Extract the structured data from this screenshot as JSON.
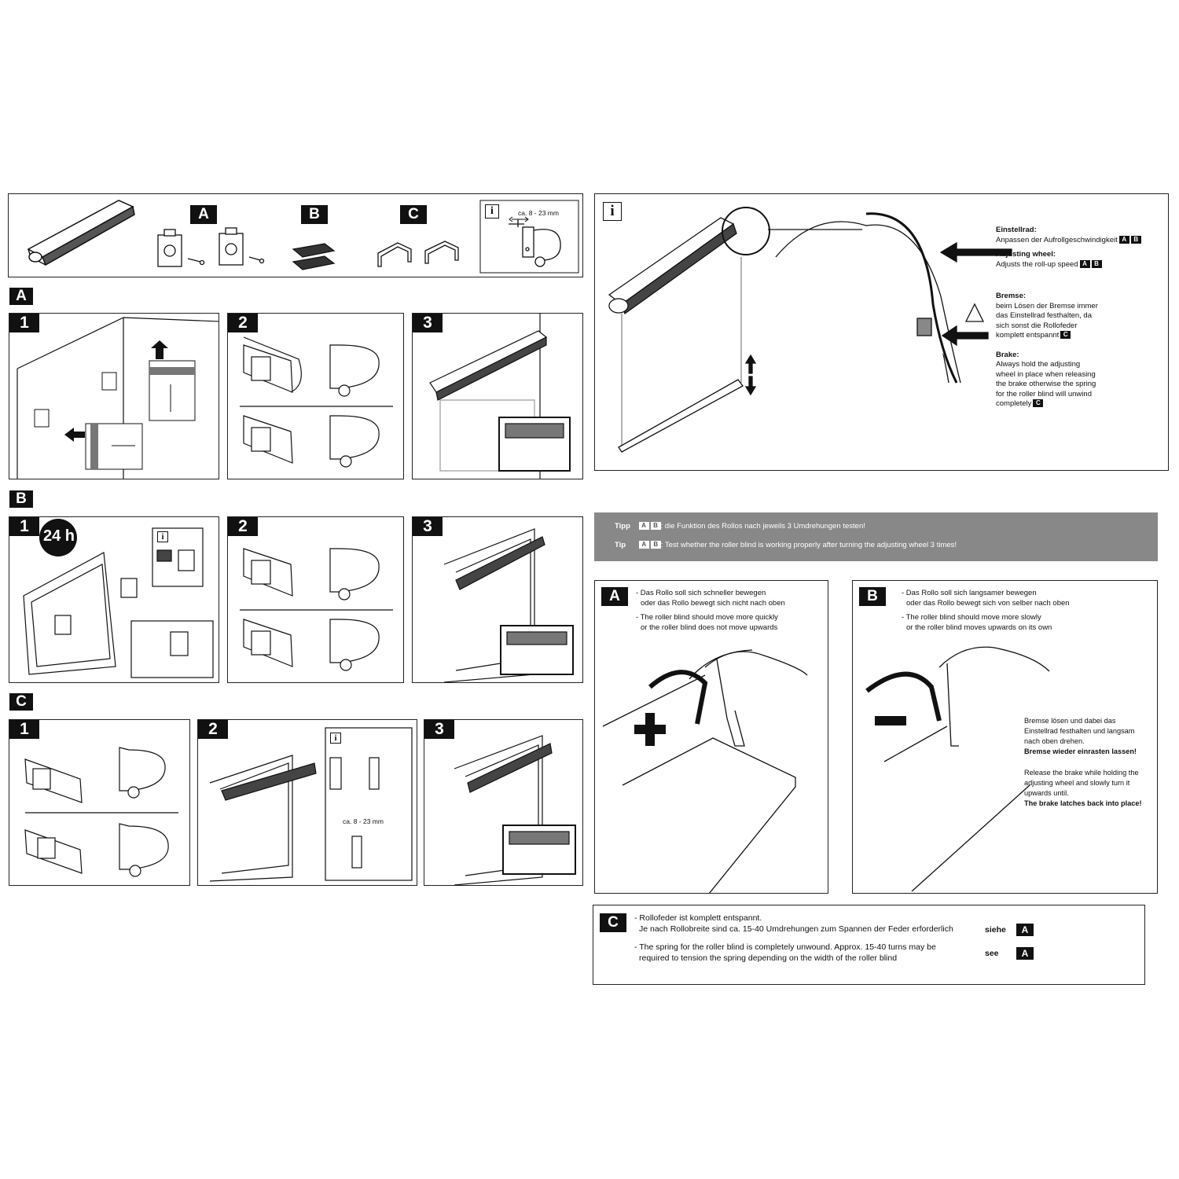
{
  "sections": {
    "A": "A",
    "B": "B",
    "C": "C"
  },
  "steps": {
    "s1": "1",
    "s2": "2",
    "s3": "3"
  },
  "info_glyph": "i",
  "top_parts": {
    "measure": "ca. 8 - 23 mm"
  },
  "timer_badge": "24 h",
  "panel_c2_measure": "ca. 8 - 23 mm",
  "detail": {
    "einstellrad_title": "Einstellrad:",
    "einstellrad_text": "Anpassen der Aufrollgeschwindigkeit",
    "adjusting_title": "Adjusting wheel:",
    "adjusting_text": "Adjusts the roll-up speed",
    "bremse_title": "Bremse:",
    "bremse_lines": [
      "beim Lösen der Bremse immer",
      "das Einstellrad festhalten, da",
      "sich sonst die Rollofeder",
      "komplett entspannt"
    ],
    "brake_title": "Brake:",
    "brake_lines": [
      "Always hold the adjusting",
      "wheel in place when releasing",
      "the brake otherwise the spring",
      "for the roller blind will unwind",
      "completely"
    ]
  },
  "tip": {
    "de_label": "Tipp",
    "de_text": ": die Funktion des Rollos nach jeweils 3 Umdrehungen testen!",
    "en_label": "Tip",
    "en_text": ": Test whether the roller blind is working properly after turning the adjusting wheel 3 times!"
  },
  "box_a": {
    "de_line1": "- Das Rollo soll sich schneller bewegen",
    "de_line2": "oder das Rollo bewegt sich nicht nach oben",
    "en_line1": "- The roller blind should move more quickly",
    "en_line2": "or the roller blind does not move upwards"
  },
  "box_b": {
    "de_line1": "- Das Rollo soll sich langsamer bewegen",
    "de_line2": "oder das Rollo bewegt sich von selber nach oben",
    "en_line1": "- The roller blind should move more slowly",
    "en_line2": "or the roller blind moves upwards on its own",
    "release_de": [
      "Bremse lösen und dabei das",
      "Einstellrad festhalten und langsam",
      "nach oben drehen."
    ],
    "release_de_bold": "Bremse wieder einrasten lassen!",
    "release_en": [
      "Release the brake while holding the",
      "adjusting wheel and slowly turn it",
      "upwards until."
    ],
    "release_en_bold": "The brake latches back into place!"
  },
  "box_c": {
    "de_line1": "- Rollofeder ist komplett entspannt.",
    "de_line2": "Je nach Rollobreite sind ca. 15-40 Umdrehungen zum Spannen der Feder erforderlich",
    "de_ref": "siehe",
    "en_line1": "- The spring for the roller blind is completely unwound. Approx. 15-40 turns may be",
    "en_line2": "required to tension the spring depending on the width of the roller blind",
    "en_ref": "see"
  }
}
